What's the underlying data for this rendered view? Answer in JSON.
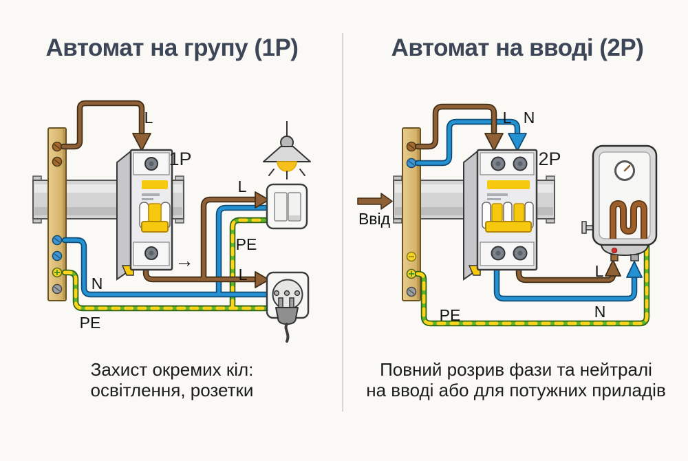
{
  "left_panel": {
    "title": "Автомат на групу (1P)",
    "breaker_label": "1P",
    "flow_arrow": "→",
    "labels": {
      "l_in": "L",
      "l_switch": "L",
      "l_socket": "L",
      "n": "N",
      "pe_branch": "PE",
      "pe_main": "PE"
    },
    "caption": [
      "Захист окремих кіл:",
      "освітлення, розетки"
    ],
    "icons": [
      "din-rail",
      "busbar",
      "breaker-1p",
      "pendant-lamp-icon",
      "wall-switch-icon",
      "socket-plug-icon"
    ]
  },
  "right_panel": {
    "title": "Автомат на вводі (2P)",
    "breaker_label": "2P",
    "input_label": "Ввід",
    "labels": {
      "l_in": "L",
      "n_in": "N",
      "l_out": "L",
      "n_out": "N",
      "pe": "PE"
    },
    "caption": [
      "Повний розрив фази та нейтралі",
      "на вводі або для потужних приладів"
    ],
    "icons": [
      "din-rail",
      "busbar",
      "breaker-2p",
      "input-arrow-icon",
      "water-heater-icon"
    ]
  },
  "colors": {
    "phase_brown": "#8f5f35",
    "neutral_blue": "#2492d2",
    "pe_green": "#5cb52c",
    "pe_yellow": "#ffd41c",
    "busbar_brass": "#d9b36b",
    "device_yellow": "#f6c80e",
    "title": "#3c4656",
    "text": "#161616"
  }
}
